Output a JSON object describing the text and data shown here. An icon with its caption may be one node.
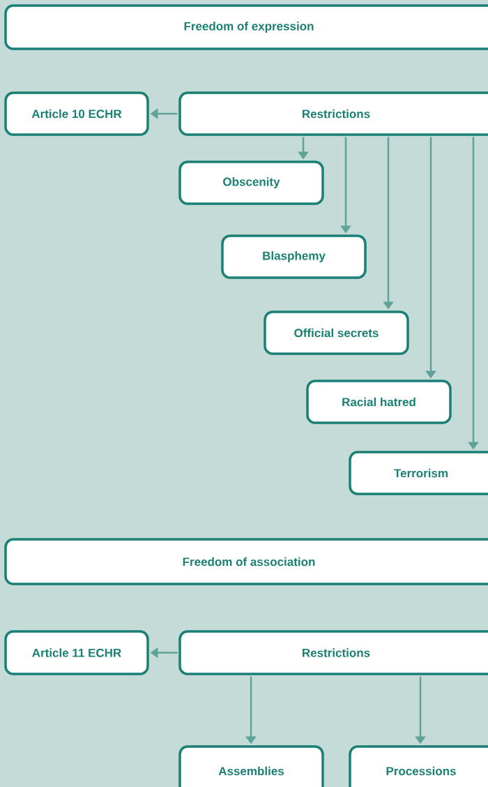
{
  "diagram": {
    "nodes": [
      {
        "text": [
          "Freedom of expression"
        ]
      },
      {
        "text": [
          "Article 10 ECHR"
        ]
      },
      {
        "text": [
          "Restrictions"
        ]
      },
      {
        "text": [
          "Obscenity"
        ]
      },
      {
        "text": [
          "Blasphemy"
        ]
      },
      {
        "text": [
          "Official secrets"
        ]
      },
      {
        "text": [
          "Racial hatred"
        ]
      },
      {
        "text": [
          "Terrorism"
        ]
      },
      {
        "text": [
          "Freedom of association"
        ]
      },
      {
        "text": [
          "Article 11 ECHR"
        ]
      },
      {
        "text": [
          "Restrictions"
        ]
      },
      {
        "text": [
          "Assemblies"
        ]
      },
      {
        "text": [
          "Processions"
        ]
      }
    ],
    "edges": [
      {
        "from": 2,
        "to": 1,
        "arrow": "to"
      },
      {
        "from": 2,
        "to": 3,
        "arrow": "to"
      },
      {
        "from": 2,
        "to": 4,
        "arrow": "to"
      },
      {
        "from": 2,
        "to": 5,
        "arrow": "to"
      },
      {
        "from": 2,
        "to": 6,
        "arrow": "to"
      },
      {
        "from": 2,
        "to": 7,
        "arrow": "to"
      },
      {
        "from": 10,
        "to": 9,
        "arrow": "to"
      },
      {
        "from": 10,
        "to": 11,
        "arrow": "to"
      },
      {
        "from": 10,
        "to": 12,
        "arrow": "to"
      }
    ]
  }
}
